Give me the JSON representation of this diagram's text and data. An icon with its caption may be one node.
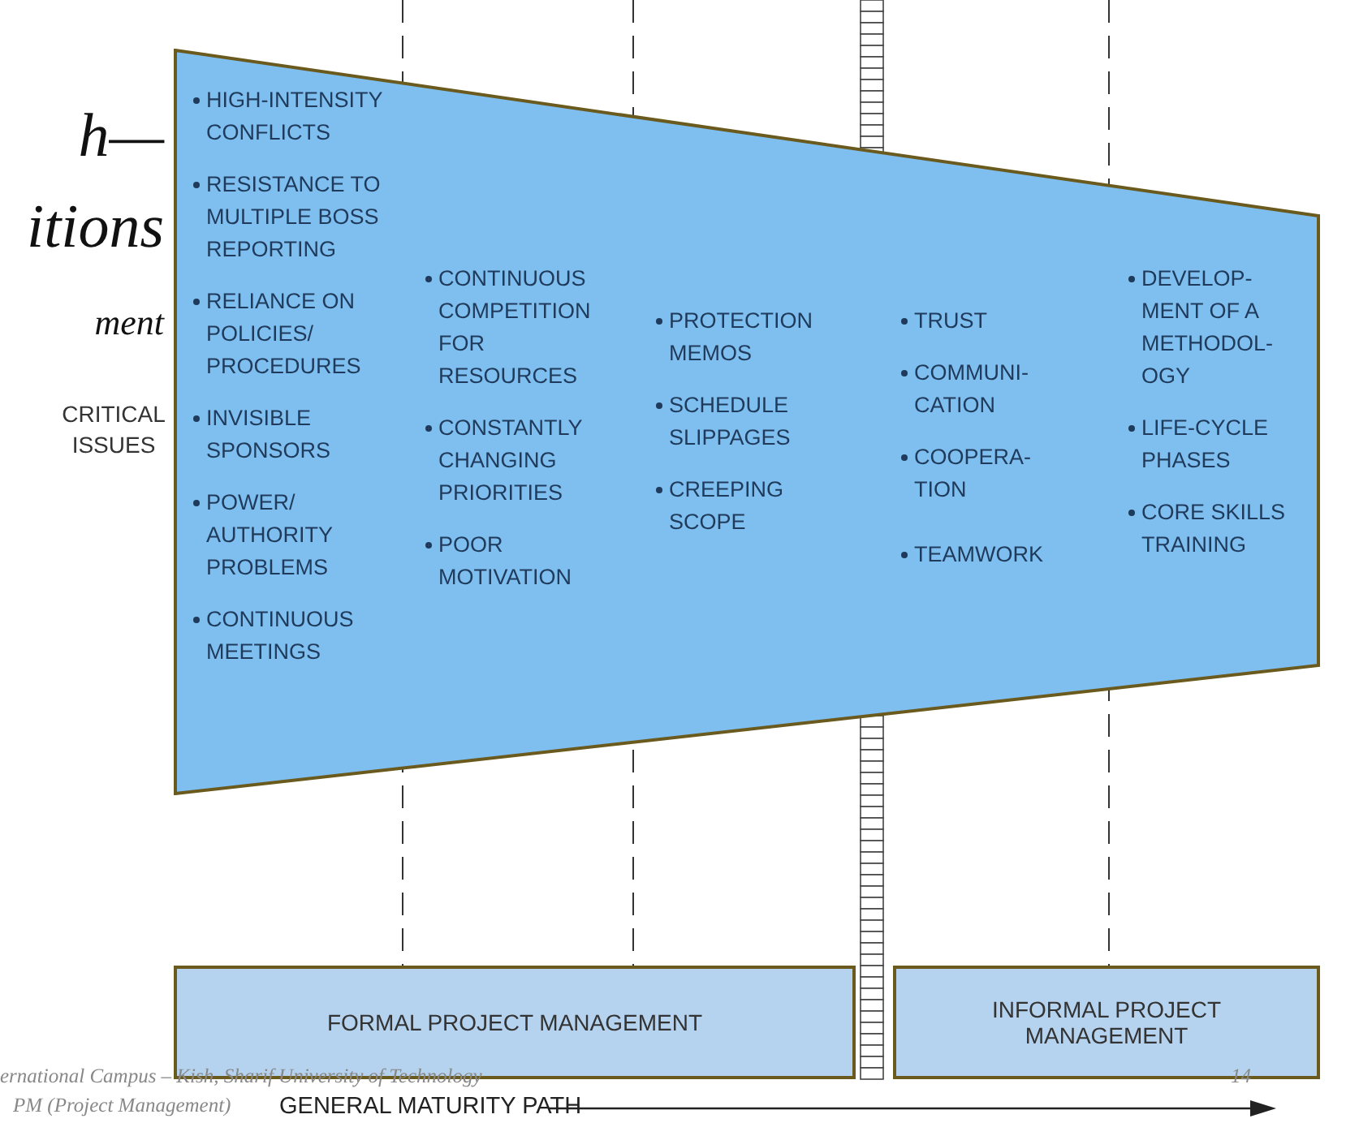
{
  "diagram": {
    "nodes": [
      {
        "text": [
          "HIGH-INTENSITY CONFLICTS",
          "RESISTANCE TO MULTIPLE BOSS REPORTING",
          "RELIANCE ON POLICIES/ PROCEDURES",
          "INVISIBLE SPONSORS",
          "POWER/ AUTHORITY PROBLEMS",
          "CONTINUOUS MEETINGS",
          "CONTINUOUS COMPETITION FOR RESOURCES",
          "CONSTANTLY CHANGING PRIORITIES",
          "POOR MOTIVATION",
          "PROTECTION MEMOS",
          "SCHEDULE SLIPPAGES",
          "CREEPING SCOPE",
          "TRUST",
          "COMMUNI-CATION",
          "COOPERA-TION",
          "TEAMWORK",
          "DEVELOP-MENT OF A METHODOL-OGY",
          "LIFE-CYCLE PHASES",
          "CORE SKILLS TRAINING"
        ],
        "beside": [
          "CRITICAL ISSUES"
        ]
      },
      {
        "text": [
          "FORMAL PROJECT MANAGEMENT"
        ]
      },
      {
        "text": [
          "INFORMAL PROJECT MANAGEMENT"
        ]
      }
    ],
    "labels": [
      "h—",
      "itions",
      "ment",
      "ernational Campus – Kish, Sharif University of Technology",
      "14",
      "PM (Project Management)",
      "GENERAL MATURITY PATH"
    ]
  }
}
